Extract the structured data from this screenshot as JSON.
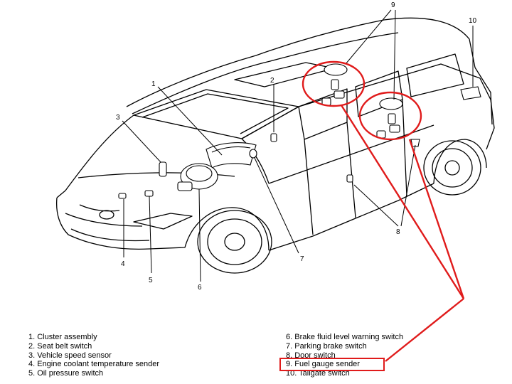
{
  "callouts": [
    "1",
    "2",
    "3",
    "4",
    "5",
    "6",
    "7",
    "8",
    "9",
    "10"
  ],
  "legend_left": [
    "1.  Cluster assembly",
    "2.  Seat belt switch",
    "3.  Vehicle speed sensor",
    "4.  Engine coolant temperature sender",
    "5.  Oil pressure switch"
  ],
  "legend_right": [
    "6.  Brake fluid level warning switch",
    "7.  Parking brake switch",
    "8.  Door switch",
    "9.  Fuel gauge sender",
    "10. Tailgate switch"
  ],
  "colors": {
    "highlight": "#e01b1b",
    "line": "#000000",
    "background": "#ffffff"
  }
}
